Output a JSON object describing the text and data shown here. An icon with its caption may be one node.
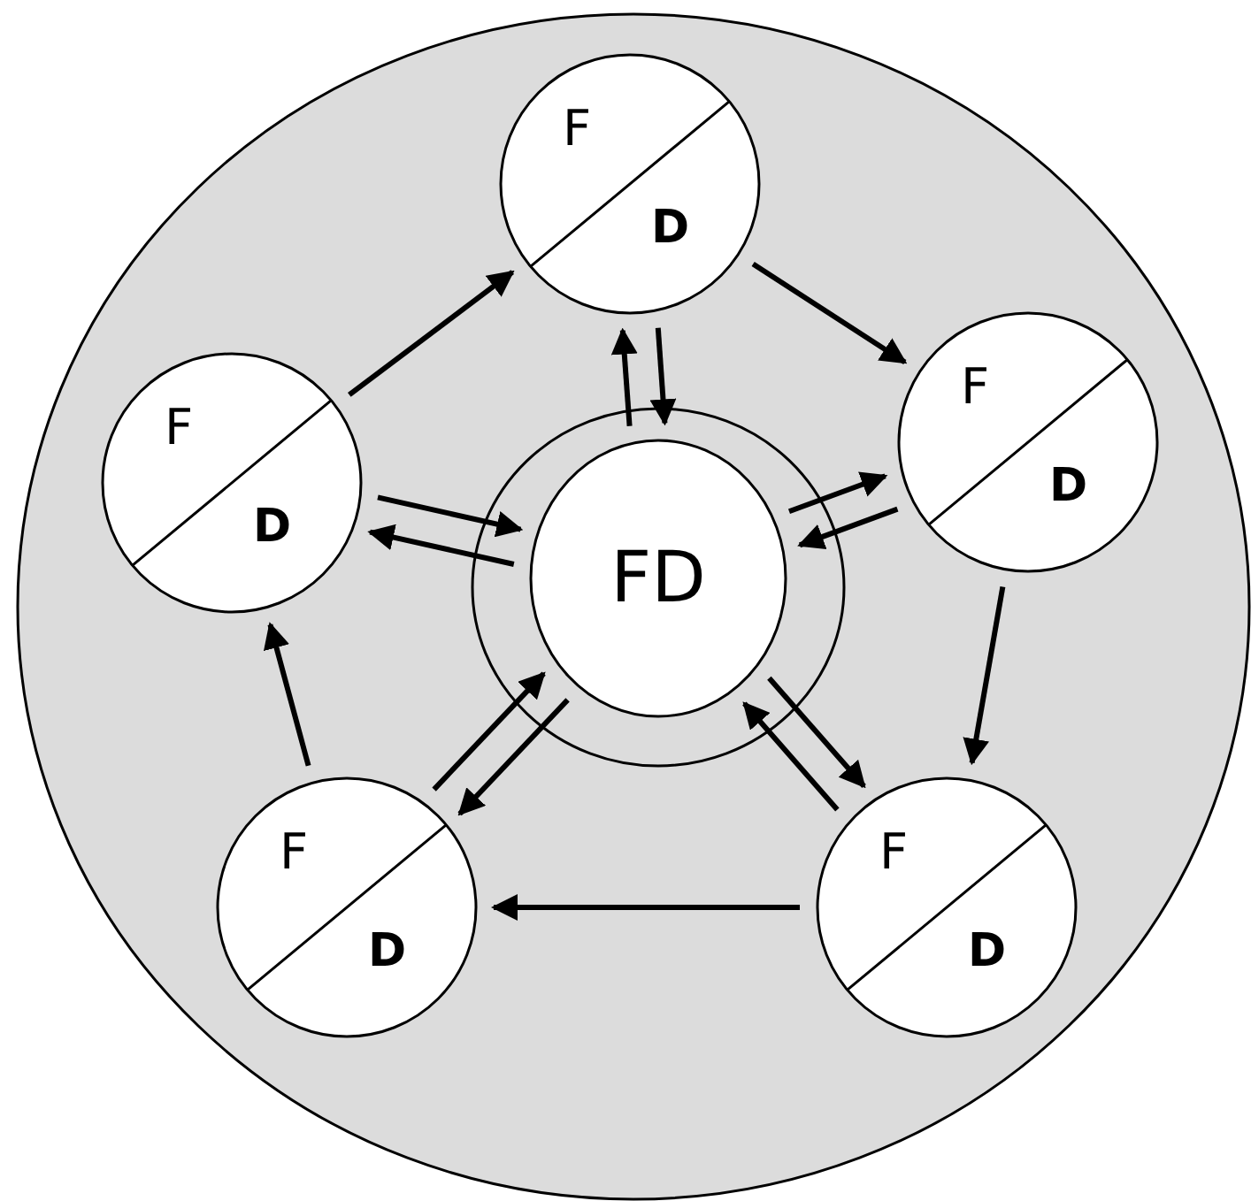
{
  "diagram": {
    "nodes": [
      {
        "text": [],
        "shape": "circle"
      },
      {
        "text": [],
        "shape": "circle",
        "in": 0
      },
      {
        "text": [
          "FD"
        ],
        "in": 1
      },
      {
        "text": [
          "F",
          "D"
        ],
        "in": 0
      },
      {
        "text": [
          "F",
          "D"
        ],
        "in": 0
      },
      {
        "text": [
          "F",
          "D"
        ],
        "in": 0
      },
      {
        "text": [
          "F",
          "D"
        ],
        "in": 0
      },
      {
        "text": [
          "F",
          "D"
        ],
        "in": 0
      }
    ],
    "edges": [
      {
        "from": 4,
        "to": 3,
        "arrow": "to"
      },
      {
        "from": 3,
        "to": 5,
        "arrow": "to"
      },
      {
        "from": 5,
        "to": 7,
        "arrow": "to"
      },
      {
        "from": 7,
        "to": 6,
        "arrow": "to"
      },
      {
        "from": 6,
        "to": 4,
        "arrow": "to"
      },
      {
        "from": 3,
        "to": 2,
        "arrow": "to"
      },
      {
        "from": 2,
        "to": 3,
        "arrow": "to"
      },
      {
        "from": 2,
        "to": 5,
        "arrow": "to"
      },
      {
        "from": 5,
        "to": 2,
        "arrow": "to"
      },
      {
        "from": 4,
        "to": 2,
        "arrow": "to"
      },
      {
        "from": 2,
        "to": 4,
        "arrow": "to"
      },
      {
        "from": 2,
        "to": 6,
        "arrow": "to"
      },
      {
        "from": 6,
        "to": 2,
        "arrow": "to"
      },
      {
        "from": 2,
        "to": 7,
        "arrow": "to"
      },
      {
        "from": 7,
        "to": 2,
        "arrow": "to"
      }
    ]
  }
}
